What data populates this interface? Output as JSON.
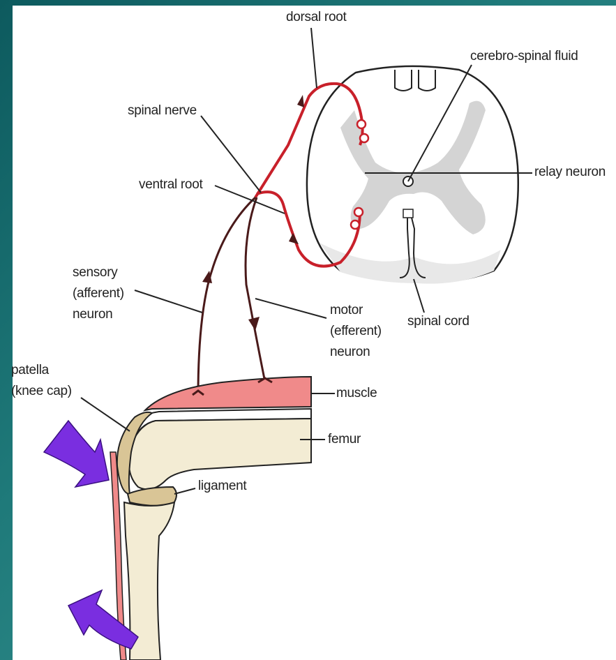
{
  "labels": {
    "dorsal_root": "dorsal root",
    "cerebro_spinal_fluid": "cerebro-spinal fluid",
    "spinal_nerve": "spinal nerve",
    "relay_neuron": "relay neuron",
    "ventral_root": "ventral root",
    "sensory_neuron_line1": "sensory",
    "sensory_neuron_line2": "(afferent)",
    "sensory_neuron_line3": "neuron",
    "motor_neuron_line1": "motor",
    "motor_neuron_line2": "(efferent)",
    "motor_neuron_line3": "neuron",
    "spinal_cord": "spinal cord",
    "patella_line1": "patella",
    "patella_line2": "(knee cap)",
    "muscle": "muscle",
    "femur": "femur",
    "ligament": "ligament"
  },
  "colors": {
    "sensory_pathway": "#c8202a",
    "motor_pathway": "#4a1a1a",
    "muscle": "#f08a8a",
    "bone": "#f3ecd4",
    "grey_matter": "#d4d4d4",
    "arrow": "#7a2ee0"
  }
}
